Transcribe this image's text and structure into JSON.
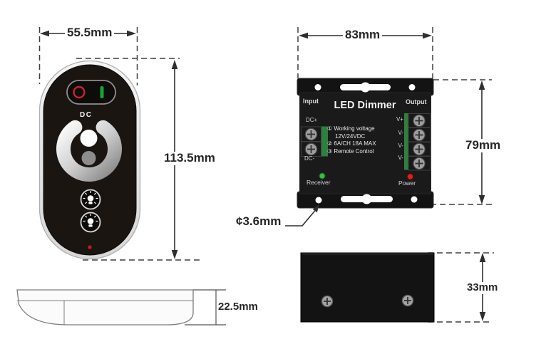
{
  "diagram": {
    "dimensions": {
      "remote_width": "55.5mm",
      "remote_height": "113.5mm",
      "remote_thickness": "22.5mm",
      "controller_width": "83mm",
      "controller_height": "79mm",
      "controller_thickness": "33mm",
      "mounting_hole_diameter": "¢3.6mm"
    },
    "controller": {
      "title": "LED Dimmer",
      "input_label": "Input",
      "output_label": "Output",
      "dc_plus_label": "DC+",
      "dc_minus_label": "DC-",
      "output_terminal_labels": [
        "V+",
        "V-",
        "V-",
        "V-"
      ],
      "spec_lines": [
        "① Working voltage",
        "12V/24VDC",
        "② 6A/CH  18A MAX",
        "③ Remote Control"
      ],
      "receiver_label": "Receiver",
      "power_label": "Power"
    },
    "remote": {
      "dc_label": "DC"
    },
    "icons": {
      "power_off": "red-circle-outline",
      "power_on": "green-vertical-bar",
      "brightness_up": "bulb-with-rays",
      "brightness_down": "bulb-dim",
      "screw": "phillips-screw-head",
      "mounting_hole": "round-hole",
      "mounting_slot": "keyhole-slot"
    },
    "colors": {
      "power_off_red": "#c32434",
      "power_on_green": "#17a338",
      "receiver_led_green": "#2ec24a",
      "power_led_red": "#e01f1f",
      "device_body_black": "#171717",
      "terminal_pcb_green": "#2e8040",
      "dimension_line": "#2f2f2f"
    }
  }
}
